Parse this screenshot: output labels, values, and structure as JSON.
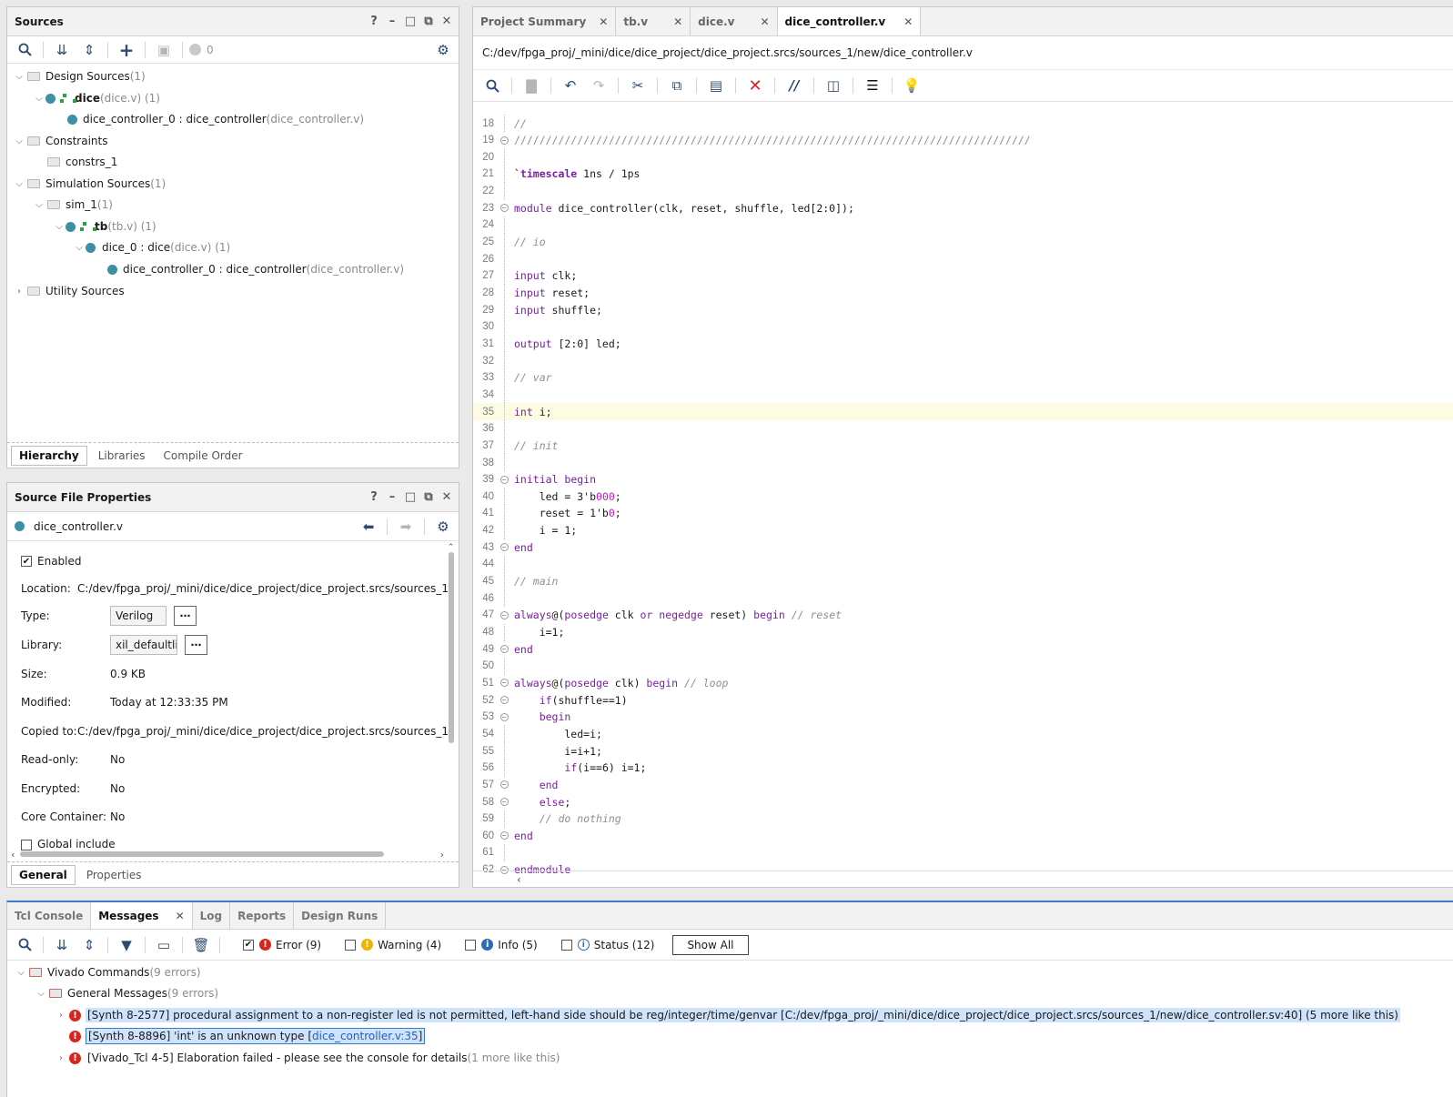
{
  "sources": {
    "title": "Sources",
    "err_count": "0",
    "tree": [
      {
        "label": "Design Sources",
        "suffix": " (1)"
      },
      {
        "label": "dice",
        "suffix": " (dice.v) (1)"
      },
      {
        "label": "dice_controller_0 : dice_controller",
        "suffix": " (dice_controller.v)"
      },
      {
        "label": "Constraints",
        "suffix": ""
      },
      {
        "label": "constrs_1",
        "suffix": ""
      },
      {
        "label": "Simulation Sources",
        "suffix": " (1)"
      },
      {
        "label": "sim_1",
        "suffix": " (1)"
      },
      {
        "label": "tb",
        "suffix": " (tb.v) (1)"
      },
      {
        "label": "dice_0 : dice",
        "suffix": " (dice.v) (1)"
      },
      {
        "label": "dice_controller_0 : dice_controller",
        "suffix": " (dice_controller.v)"
      },
      {
        "label": "Utility Sources",
        "suffix": ""
      }
    ],
    "tabs": [
      "Hierarchy",
      "Libraries",
      "Compile Order"
    ]
  },
  "props": {
    "title": "Source File Properties",
    "file": "dice_controller.v",
    "enabled_label": "Enabled",
    "rows": {
      "location": {
        "label": "Location:",
        "value": "C:/dev/fpga_proj/_mini/dice/dice_project/dice_project.srcs/sources_1"
      },
      "type": {
        "label": "Type:",
        "value": "Verilog"
      },
      "library": {
        "label": "Library:",
        "value": "xil_defaultlib"
      },
      "size": {
        "label": "Size:",
        "value": "0.9 KB"
      },
      "modified": {
        "label": "Modified:",
        "value": "Today at 12:33:35 PM"
      },
      "copied": {
        "label": "Copied to:",
        "value": "C:/dev/fpga_proj/_mini/dice/dice_project/dice_project.srcs/sources_1"
      },
      "readonly": {
        "label": "Read-only:",
        "value": "No"
      },
      "encrypted": {
        "label": "Encrypted:",
        "value": "No"
      },
      "core": {
        "label": "Core Container:",
        "value": "No"
      }
    },
    "global_include": "Global include",
    "ellipsis": "⋯",
    "tabs": [
      "General",
      "Properties"
    ]
  },
  "editor": {
    "tabs": [
      {
        "label": "Project Summary"
      },
      {
        "label": "tb.v"
      },
      {
        "label": "dice.v"
      },
      {
        "label": "dice_controller.v"
      }
    ],
    "path": "C:/dev/fpga_proj/_mini/dice/dice_project/dice_project.srcs/sources_1/new/dice_controller.v",
    "lines": [
      {
        "n": "18",
        "text": "//"
      },
      {
        "n": "19",
        "text": "//////////////////////////////////////////////////////////////////////////////////"
      },
      {
        "n": "20",
        "text": ""
      },
      {
        "n": "21",
        "text": "`timescale 1ns / 1ps"
      },
      {
        "n": "22",
        "text": ""
      },
      {
        "n": "23",
        "text": "module dice_controller(clk, reset, shuffle, led[2:0]);"
      },
      {
        "n": "24",
        "text": ""
      },
      {
        "n": "25",
        "text": "// io"
      },
      {
        "n": "26",
        "text": ""
      },
      {
        "n": "27",
        "text": "input clk;"
      },
      {
        "n": "28",
        "text": "input reset;"
      },
      {
        "n": "29",
        "text": "input shuffle;"
      },
      {
        "n": "30",
        "text": ""
      },
      {
        "n": "31",
        "text": "output [2:0] led;"
      },
      {
        "n": "32",
        "text": ""
      },
      {
        "n": "33",
        "text": "// var"
      },
      {
        "n": "34",
        "text": ""
      },
      {
        "n": "35",
        "text": "int i;"
      },
      {
        "n": "36",
        "text": ""
      },
      {
        "n": "37",
        "text": "// init"
      },
      {
        "n": "38",
        "text": ""
      },
      {
        "n": "39",
        "text": "initial begin"
      },
      {
        "n": "40",
        "text": "    led = 3'b000;"
      },
      {
        "n": "41",
        "text": "    reset = 1'b0;"
      },
      {
        "n": "42",
        "text": "    i = 1;"
      },
      {
        "n": "43",
        "text": "end"
      },
      {
        "n": "44",
        "text": ""
      },
      {
        "n": "45",
        "text": "// main"
      },
      {
        "n": "46",
        "text": ""
      },
      {
        "n": "47",
        "text": "always@(posedge clk or negedge reset) begin // reset"
      },
      {
        "n": "48",
        "text": "    i=1;"
      },
      {
        "n": "49",
        "text": "end"
      },
      {
        "n": "50",
        "text": ""
      },
      {
        "n": "51",
        "text": "always@(posedge clk) begin // loop"
      },
      {
        "n": "52",
        "text": "    if(shuffle==1)"
      },
      {
        "n": "53",
        "text": "    begin"
      },
      {
        "n": "54",
        "text": "        led=i;"
      },
      {
        "n": "55",
        "text": "        i=i+1;"
      },
      {
        "n": "56",
        "text": "        if(i==6) i=1;"
      },
      {
        "n": "57",
        "text": "    end"
      },
      {
        "n": "58",
        "text": "    else;"
      },
      {
        "n": "59",
        "text": "    // do nothing"
      },
      {
        "n": "60",
        "text": "end"
      },
      {
        "n": "61",
        "text": ""
      },
      {
        "n": "62",
        "text": "endmodule"
      }
    ]
  },
  "messages": {
    "tabs": [
      "Tcl Console",
      "Messages",
      "Log",
      "Reports",
      "Design Runs"
    ],
    "filters": {
      "error": "Error (9)",
      "warning": "Warning (4)",
      "info": "Info (5)",
      "status": "Status (12)"
    },
    "show_all": "Show All",
    "tree": {
      "root": {
        "label": "Vivado Commands",
        "suffix": " (9 errors)"
      },
      "group": {
        "label": "General Messages",
        "suffix": " (9 errors)"
      },
      "m1": {
        "text": "[Synth 8-2577] procedural assignment to a non-register led is not permitted, left-hand side should be reg/integer/time/genvar [C:/dev/fpga_proj/_mini/dice/dice_project/dice_project.srcs/sources_1/new/dice_controller.sv:40] (5 more like this)"
      },
      "m2": {
        "text": "[Synth 8-8896] 'int' is an unknown type [",
        "link": "dice_controller.v:35",
        "close": "]"
      },
      "m3": {
        "text": "[Vivado_Tcl 4-5] Elaboration failed - please see the console for details",
        "suffix": " (1 more like this)"
      }
    }
  }
}
